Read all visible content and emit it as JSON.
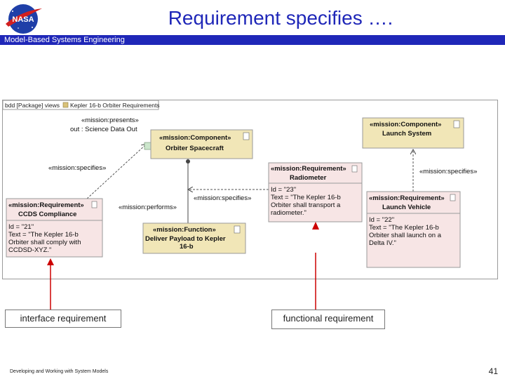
{
  "slide": {
    "title": "Requirement specifies ….",
    "subtitle": "Model-Based Systems Engineering",
    "footer": "Developing and Working with System Models",
    "page_number": "41",
    "logo_text": "NASA",
    "colors": {
      "title": "#1f27b8",
      "band": "#1f27b8",
      "component_fill": "#f1e6b7",
      "requirement_fill": "#f7e5e5",
      "function_fill": "#f1e6b7",
      "callout_arrow": "#cc0000"
    }
  },
  "diagram": {
    "tab_label": "bdd [Package] views",
    "tab_extra": "Kepler 16-b Orbiter Requirements",
    "boxes": {
      "ccds": {
        "stereotype": "«mission:Requirement»",
        "name": "CCDS Compliance",
        "attrs": [
          "Id = \"21\"",
          "Text = \"The Kepler 16-b",
          "Orbiter shall comply with",
          "CCDSD-XYZ.\""
        ]
      },
      "orbiter": {
        "stereotype": "«mission:Component»",
        "name": "Orbiter Spacecraft"
      },
      "function": {
        "stereotype": "«mission:Function»",
        "name_line1": "Deliver Payload to Kepler",
        "name_line2": "16-b"
      },
      "radiometer": {
        "stereotype": "«mission:Requirement»",
        "name": "Radiometer",
        "attrs": [
          "Id = \"23\"",
          "Text = \"The Kepler 16-b",
          "Orbiter shall transport a",
          "radiometer.\""
        ]
      },
      "launch_system": {
        "stereotype": "«mission:Component»",
        "name": "Launch System"
      },
      "launch_vehicle": {
        "stereotype": "«mission:Requirement»",
        "name": "Launch Vehicle",
        "attrs": [
          "Id = \"22\"",
          "Text = \"The Kepler 16-b",
          "Orbiter shall launch on a",
          "Delta IV.\""
        ]
      }
    },
    "labels": {
      "presents": "«mission:presents»",
      "presents_sub": "out : Science Data Out",
      "specifies_left": "«mission:specifies»",
      "specifies_mid": "«mission:specifies»",
      "specifies_right": "«mission:specifies»",
      "performs": "«mission:performs»"
    }
  },
  "callouts": {
    "left": "interface requirement",
    "right": "functional requirement"
  }
}
